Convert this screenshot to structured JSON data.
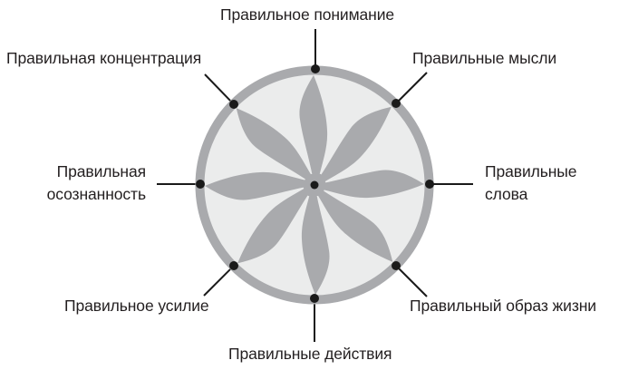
{
  "diagram": {
    "type": "wheel",
    "title": "",
    "colors": {
      "ring": "#a9aaad",
      "inner_fill": "#ebecec",
      "petal": "#a9aaad",
      "dot": "#1a1a1a",
      "line": "#1a1a1a",
      "text": "#231f20"
    },
    "spokes": 8,
    "labels": {
      "top": "Правильное понимание",
      "top_right": "Правильные мысли",
      "right_line1": "Правильные",
      "right_line2": "слова",
      "bottom_right": "Правильный образ жизни",
      "bottom": "Правильные действия",
      "bottom_left": "Правильное усилие",
      "left_line1": "Правильная",
      "left_line2": "осознанность",
      "top_left": "Правильная концентрация"
    }
  }
}
